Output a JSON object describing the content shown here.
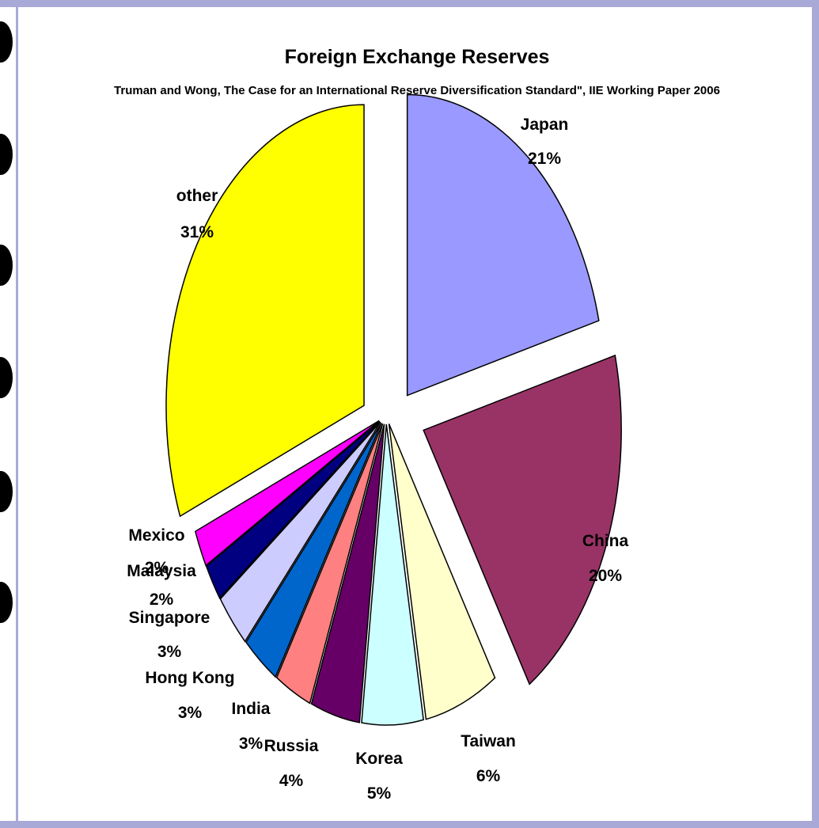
{
  "chart_data": {
    "type": "pie",
    "title": "Foreign Exchange Reserves",
    "subtitle": "Truman and Wong, The Case for an International Reserve Diversification Standard\", IIE Working Paper 2006",
    "slices": [
      {
        "label": "Japan",
        "percent_label": "21%",
        "value": 21,
        "color": "#9999ff"
      },
      {
        "label": "China",
        "percent_label": "20%",
        "value": 20,
        "color": "#993366"
      },
      {
        "label": "Taiwan",
        "percent_label": "6%",
        "value": 6,
        "color": "#ffffcc"
      },
      {
        "label": "Korea",
        "percent_label": "5%",
        "value": 5,
        "color": "#ccffff"
      },
      {
        "label": "Russia",
        "percent_label": "4%",
        "value": 4,
        "color": "#660066"
      },
      {
        "label": "India",
        "percent_label": "3%",
        "value": 3,
        "color": "#ff8080"
      },
      {
        "label": "Hong Kong",
        "percent_label": "3%",
        "value": 3,
        "color": "#0066cc"
      },
      {
        "label": "Singapore",
        "percent_label": "3%",
        "value": 3,
        "color": "#ccccff"
      },
      {
        "label": "Malaysia",
        "percent_label": "2%",
        "value": 2,
        "color": "#000080"
      },
      {
        "label": "Mexico",
        "percent_label": "2%",
        "value": 2,
        "color": "#ff00ff"
      },
      {
        "label": "other",
        "percent_label": "31%",
        "value": 31,
        "color": "#ffff00"
      }
    ]
  }
}
